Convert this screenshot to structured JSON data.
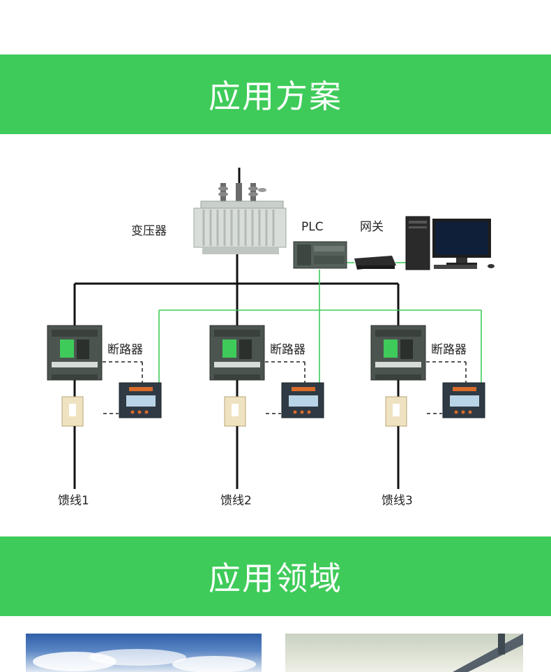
{
  "sections": {
    "solution_title": "应用方案",
    "field_title": "应用领域"
  },
  "diagram": {
    "transformer_label": "变压器",
    "plc_label": "PLC",
    "gateway_label": "网关",
    "breaker_labels": [
      "断路器",
      "断路器",
      "断路器"
    ],
    "feeder_labels": [
      "馈线1",
      "馈线2",
      "馈线3"
    ],
    "colors": {
      "power_line": "#111111",
      "comm_line": "#3fcb5a",
      "band": "#3fcb5a"
    }
  }
}
